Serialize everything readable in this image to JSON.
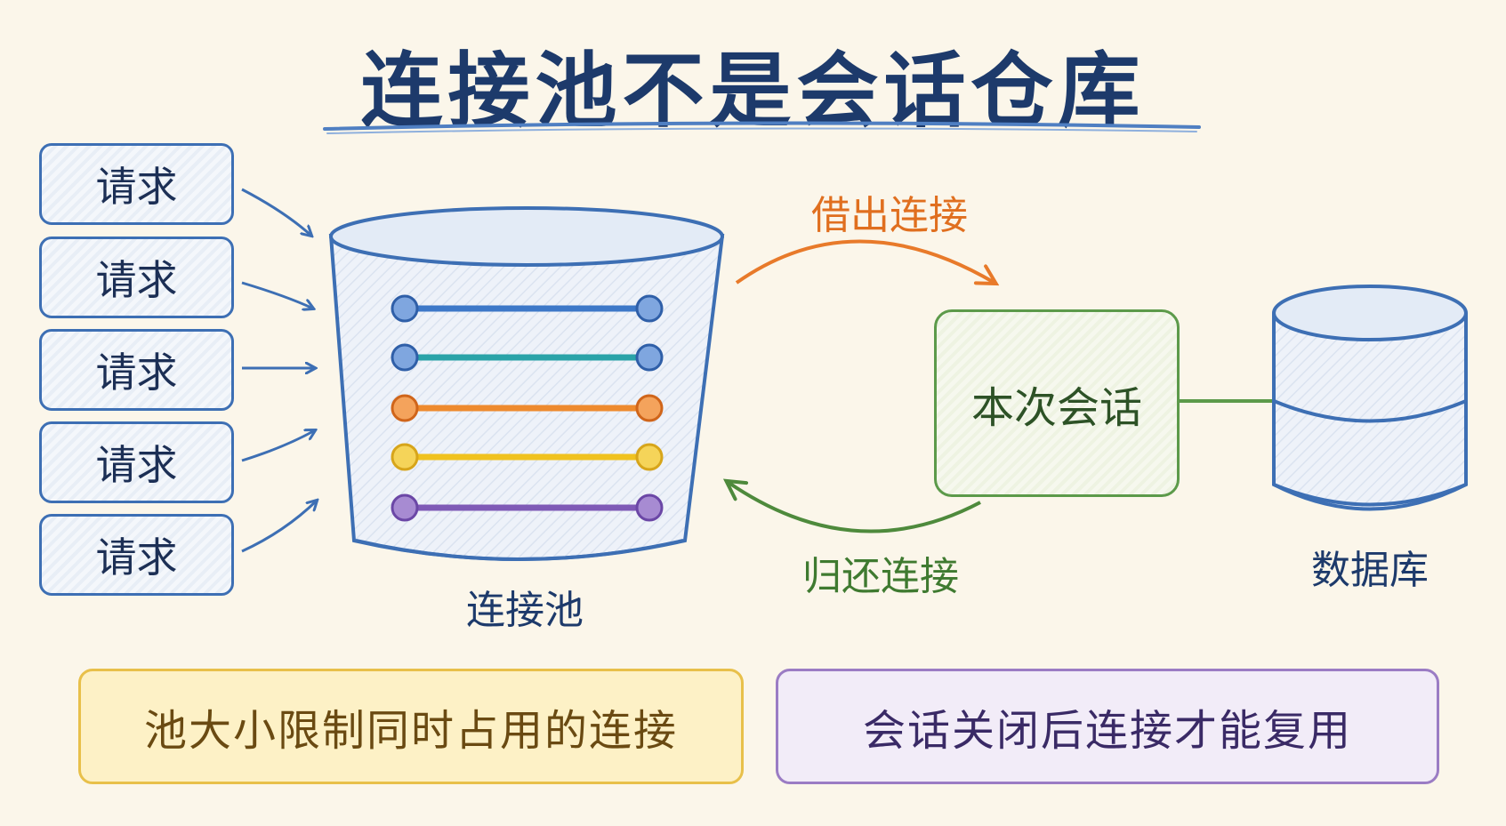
{
  "title": "连接池不是会话仓库",
  "requests": [
    "请求",
    "请求",
    "请求",
    "请求",
    "请求"
  ],
  "pool_label": "连接池",
  "borrow_label": "借出连接",
  "return_label": "归还连接",
  "session_label": "本次会话",
  "database_label": "数据库",
  "note_pool_size": "池大小限制同时占用的连接",
  "note_reuse": "会话关闭后连接才能复用",
  "colors": {
    "title": "#1d3a6b",
    "request_border": "#3d6fb4",
    "borrow_arrow": "#e87a2a",
    "return_arrow": "#4e8a3c",
    "connection_lines": [
      "#3d78c8",
      "#2aa3a8",
      "#ee8a2e",
      "#f0c21f",
      "#7f5ab6"
    ]
  }
}
